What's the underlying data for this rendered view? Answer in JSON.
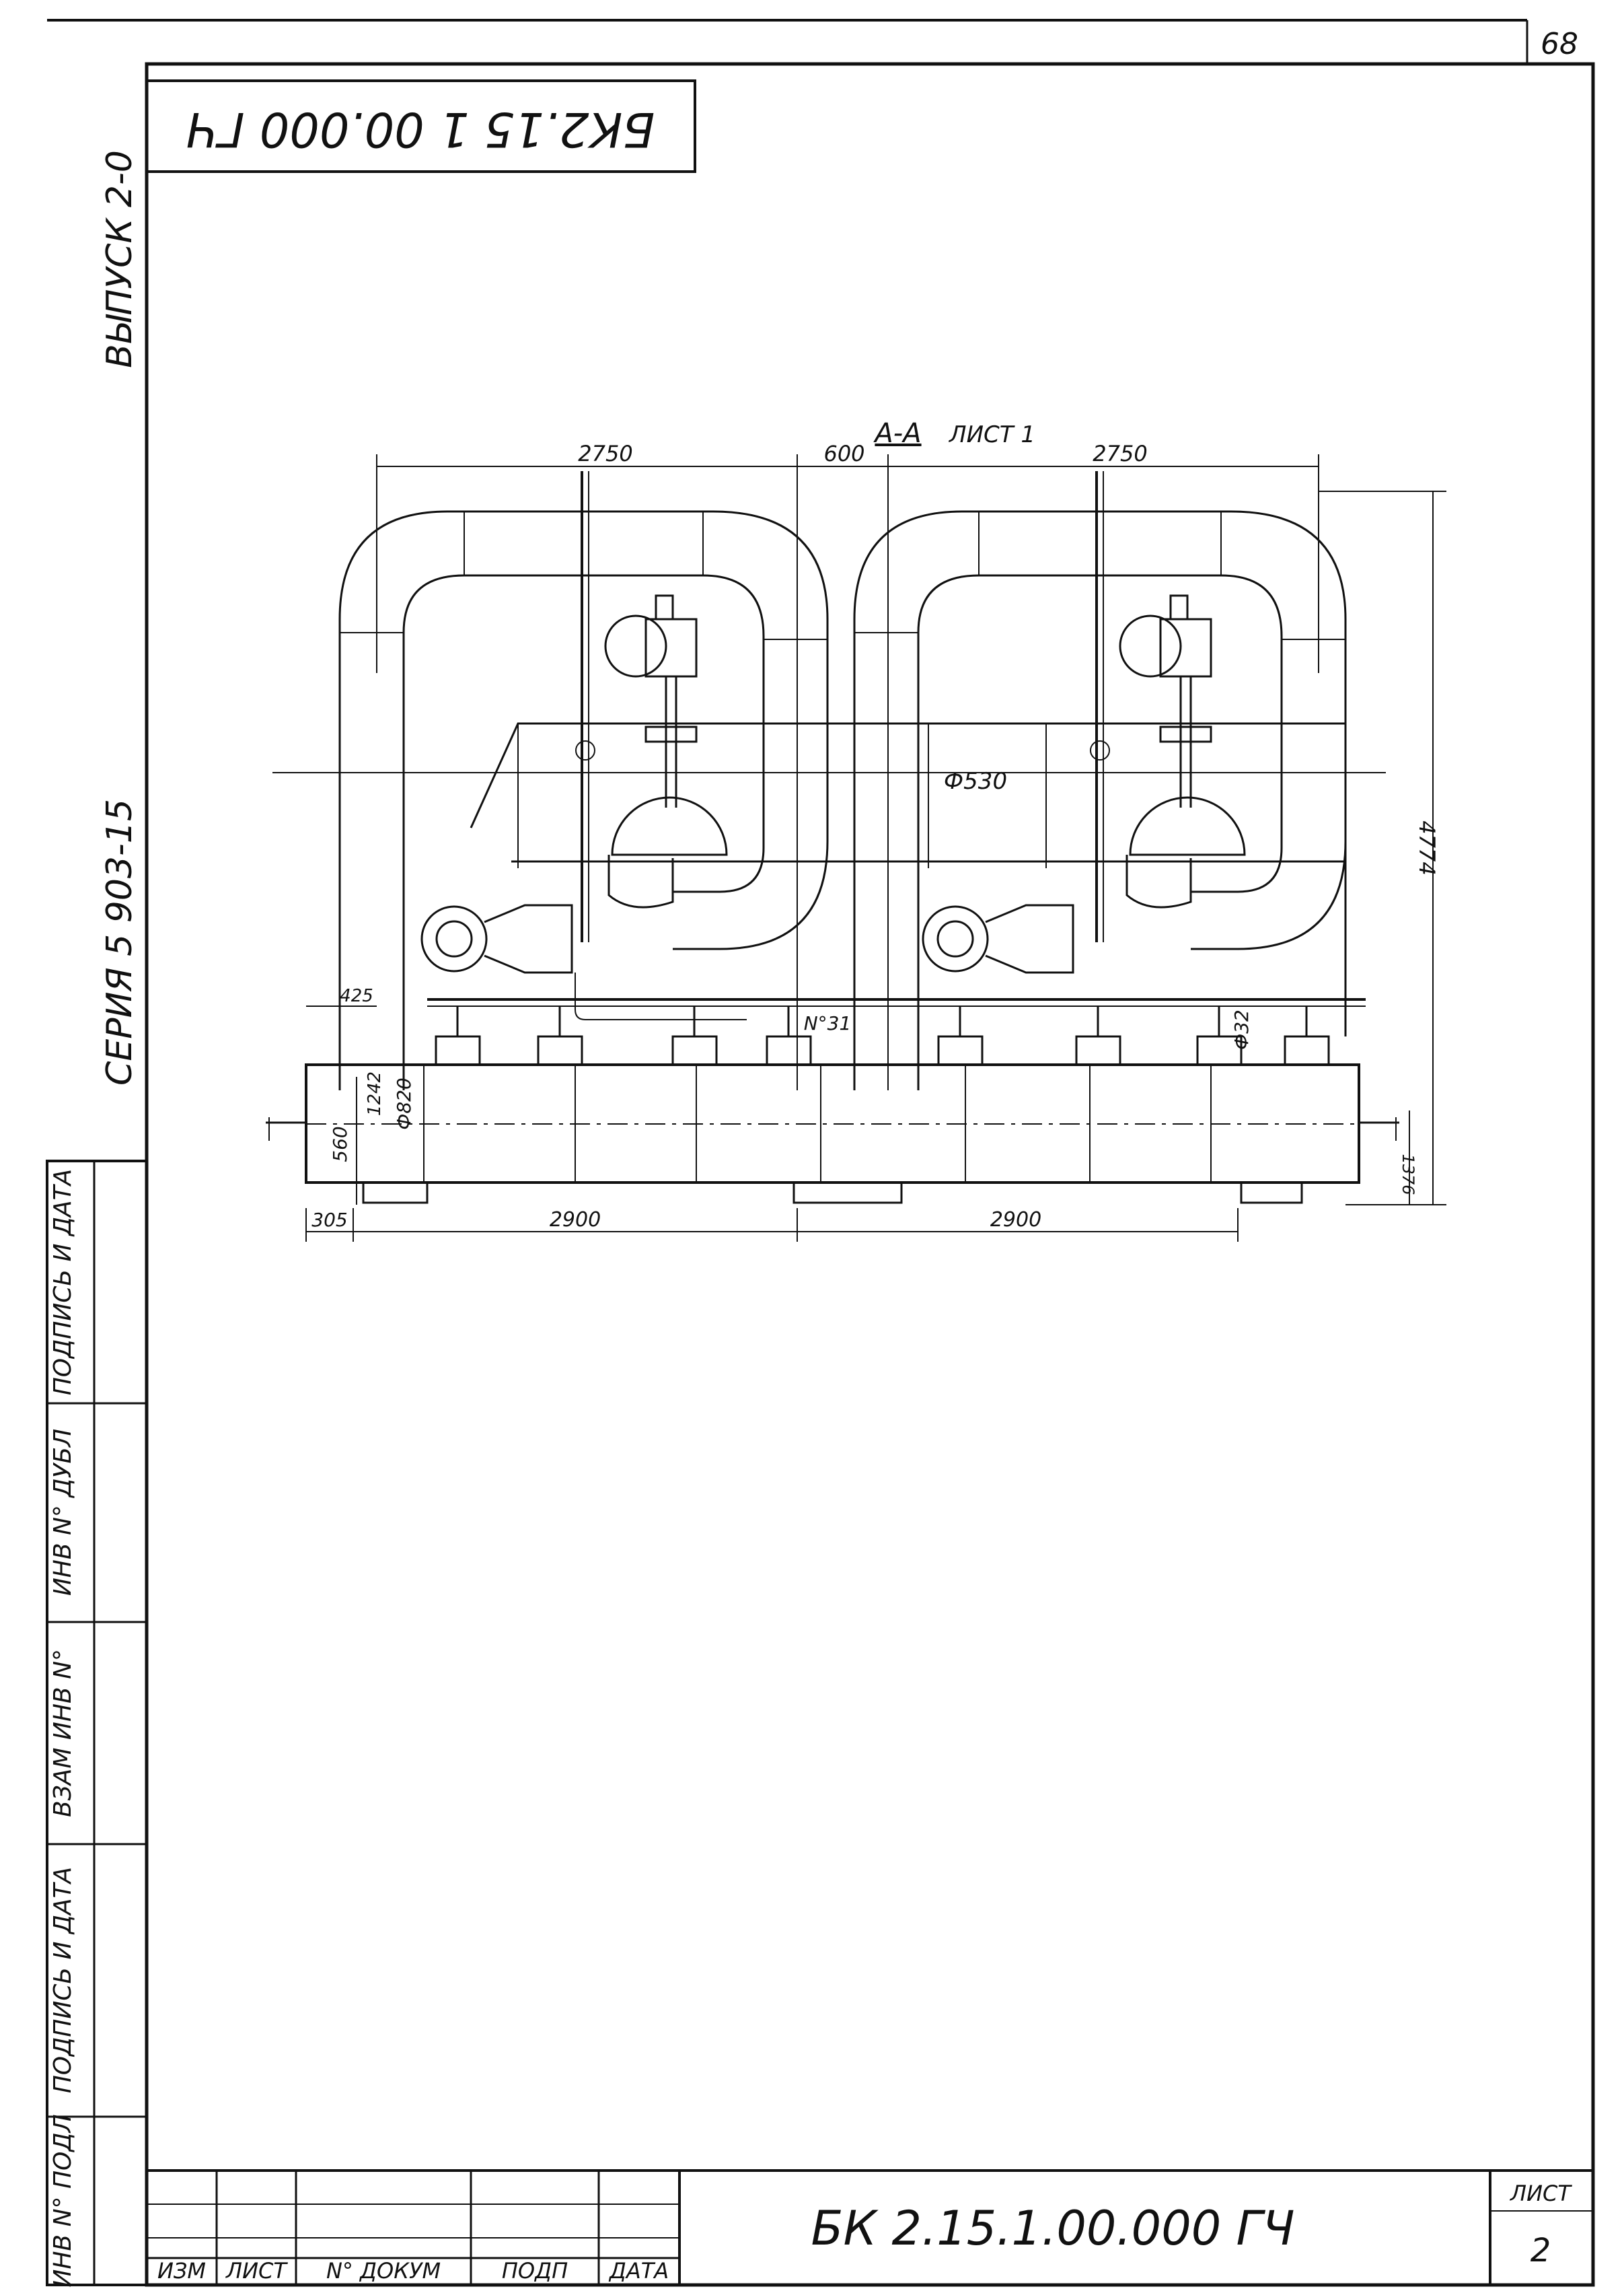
{
  "sheet": {
    "page_number": "68",
    "stamp_code": "БК2.15 1 00.000 ГЧ",
    "series": "СЕРИЯ 5 903-15",
    "issue": "ВЫПУСК 2-0"
  },
  "drawing": {
    "section_label": "А-А",
    "section_note": "ЛИСТ 1",
    "dims": {
      "top_left_width": "2750",
      "top_gap": "600",
      "top_right_width": "2750",
      "height_total": "4774",
      "header_diameter": "Ф530",
      "left_offset": "425",
      "lower_pipe": "1242",
      "main_diameter": "Ф820",
      "base_height": "560",
      "bottom_left_offset": "305",
      "bottom_left_span": "2900",
      "bottom_right_span": "2900",
      "right_base": "1376",
      "small_diameter": "Ф32",
      "pipe_note": "N°31"
    }
  },
  "side_stamp": {
    "labels": [
      "ИНВ N° ПОДЛ",
      "ПОДПИСЬ И ДАТА",
      "ВЗАМ ИНВ N°",
      "ИНВ N° ДУБЛ",
      "ПОДПИСЬ И ДАТА"
    ]
  },
  "title_block": {
    "col_labels": [
      "ИЗМ",
      "ЛИСТ",
      "N° ДОКУМ",
      "ПОДП",
      "ДАТА"
    ],
    "doc_code": "БК 2.15.1.00.000 ГЧ",
    "sheet_label": "ЛИСТ",
    "sheet_number": "2"
  }
}
